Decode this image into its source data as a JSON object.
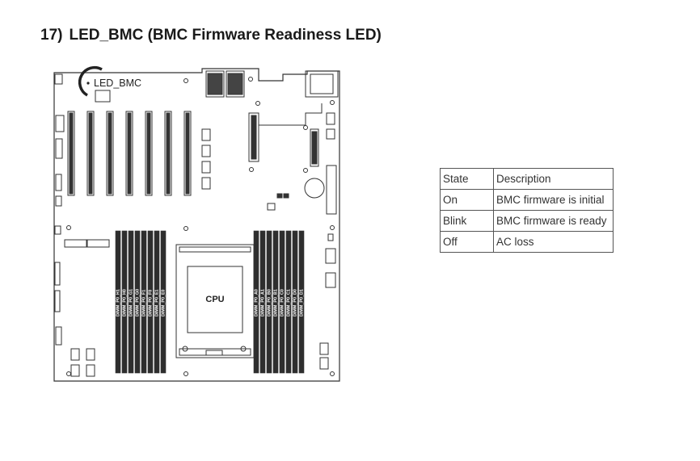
{
  "section": {
    "number": "17)",
    "title": "LED_BMC (BMC Firmware Readiness LED)"
  },
  "board": {
    "led_label": "LED_BMC",
    "cpu_label": "CPU",
    "dimm_left": [
      "DIMM_P0_H1",
      "DIMM_P0_H0",
      "DIMM_P0_G1",
      "DIMM_P0_G0",
      "DIMM_P0_F1",
      "DIMM_P0_F0",
      "DIMM_P0_E1",
      "DIMM_P0_E0"
    ],
    "dimm_right": [
      "DIMM_P0_A0",
      "DIMM_P0_A1",
      "DIMM_P0_B0",
      "DIMM_P0_B1",
      "DIMM_P0_C0",
      "DIMM_P0_C1",
      "DIMM_P0_D0",
      "DIMM_P0_D1"
    ]
  },
  "led_table": {
    "headers": [
      "State",
      "Description"
    ],
    "rows": [
      [
        "On",
        "BMC firmware is initial"
      ],
      [
        "Blink",
        "BMC firmware is ready"
      ],
      [
        "Off",
        "AC loss"
      ]
    ]
  }
}
